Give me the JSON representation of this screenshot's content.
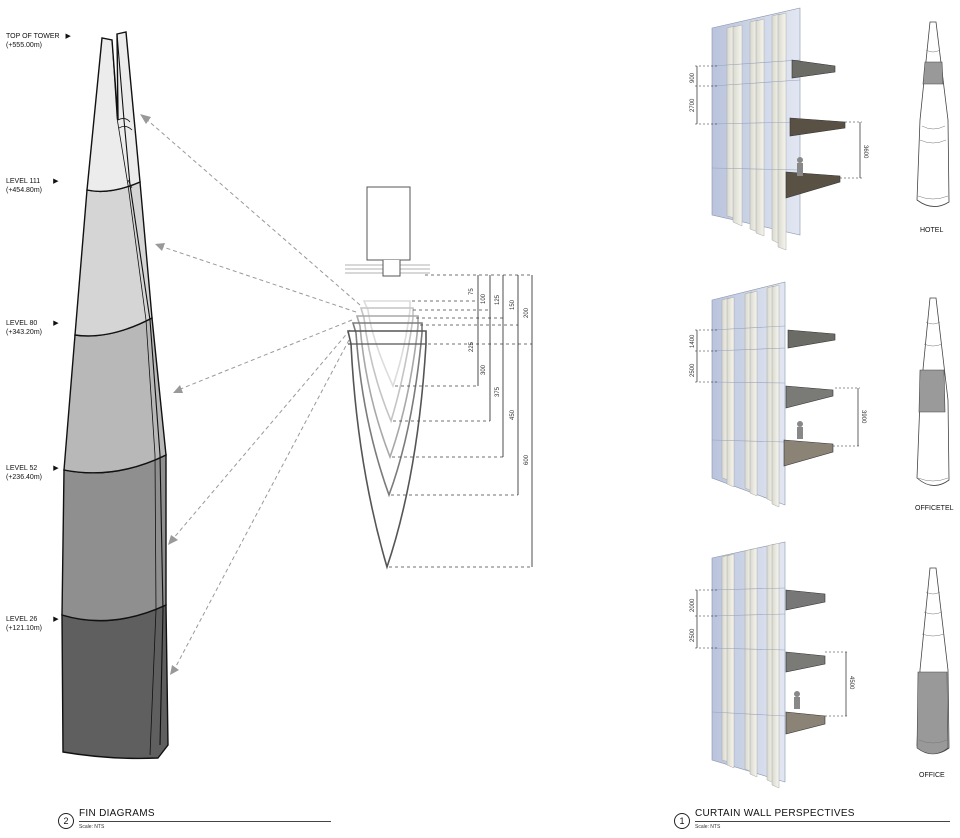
{
  "levels": [
    {
      "name": "TOP OF TOWER",
      "elev": "(+555.00m)"
    },
    {
      "name": "LEVEL 111",
      "elev": "(+454.80m)"
    },
    {
      "name": "LEVEL 80",
      "elev": "(+343.20m)"
    },
    {
      "name": "LEVEL 52",
      "elev": "(+236.40m)"
    },
    {
      "name": "LEVEL 26",
      "elev": "(+121.10m)"
    }
  ],
  "fin_dims": [
    "75",
    "100",
    "125",
    "150",
    "200",
    "225",
    "300",
    "375",
    "450",
    "600"
  ],
  "cw": {
    "hotel": {
      "dims": [
        "900",
        "2700",
        "3600"
      ],
      "caption": "HOTEL"
    },
    "officetel": {
      "dims": [
        "1400",
        "2500",
        "3900"
      ],
      "caption": "OFFICETEL"
    },
    "office": {
      "dims": [
        "2000",
        "2500",
        "4500"
      ],
      "caption": "OFFICE"
    }
  },
  "fin_block": {
    "number": "2",
    "title": "FIN DIAGRAMS",
    "scale": "Scale: NTS"
  },
  "cw_block": {
    "number": "1",
    "title": "CURTAIN WALL PERSPECTIVES",
    "scale": "Scale: NTS"
  },
  "colors": {
    "tower_top": "#e6e6e6",
    "tower_l111": "#d3d3d3",
    "tower_l80": "#b6b6b6",
    "tower_l52": "#8e8e8e",
    "tower_l26": "#5e5e5e",
    "glass": "#c9d1e6"
  }
}
